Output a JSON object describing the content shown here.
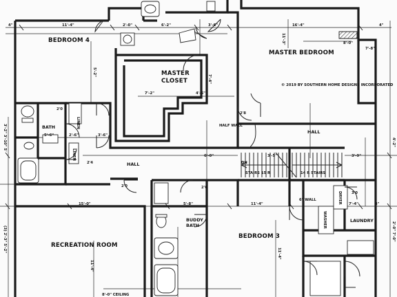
{
  "rooms": {
    "bedroom4": "BEDROOM 4",
    "master_bedroom": "MASTER BEDROOM",
    "master_closet_line1": "MASTER",
    "master_closet_line2": "CLOSET",
    "bath": "BATH",
    "linen_upper": "LINEN",
    "linen_lower": "LINEN",
    "hall_left": "HALL",
    "hall_right": "HALL",
    "half_wall": "HALF WALL",
    "buddy_bath_line1": "BUDDY",
    "buddy_bath_line2": "BATH",
    "bedroom3": "BEDROOM 3",
    "recreation_room": "RECREATION ROOM",
    "washer": "WASHER",
    "dryer": "DRYER",
    "laundry": "LAUNDRY",
    "wall_6in": "6\" WALL",
    "ceiling_note": "8'-0\" CEILING"
  },
  "stairs": {
    "dn_label": "DN",
    "left_label": "STAIRS 15 R",
    "right_label": "14 R STAIRS"
  },
  "copyright": "© 2019 BY SOUTHERN HOME DESIGNS INCORPORATED",
  "dimensions": {
    "top_left": "4\"",
    "bedroom4_width": "11'-4\"",
    "top_a": "2'-0\"",
    "top_b": "6'-2\"",
    "top_c": "3'-6\"",
    "master_width": "16'-4\"",
    "top_right": "4\"",
    "mb_depth": "11'-3\"",
    "mb_side_a": "8'-0\"",
    "mb_side_b": "7'-8\"",
    "closet_depth": "7'-4\"",
    "closet_w": "7'-2\"",
    "closet_w2": "4'-6\"",
    "bed4_depth": "5'-2\"",
    "bath_a": "5'-6\"",
    "bath_b": "2'-6\"",
    "bath_c": "3'-6\"",
    "hall_dim": "6'-0\"",
    "stair_a": "3'-5\"",
    "stair_b": "3'-9\"",
    "left_vertical": "3'-2\" 3'-10\" 5'",
    "left_vertical2": "(3) 2'-3\" 5'-2\"",
    "rec_width": "15'-0\"",
    "rec_depth": "11'-4\"",
    "buddy_w": "5'-8\"",
    "bedroom3_width": "11'-4\"",
    "bedroom3_depth": "11'-4\"",
    "laundry_a": "7'-4\"",
    "laundry_b": "4\"",
    "right_vertical": "4'-2\"",
    "right_vertical2": "2'-0\" 7'-0\"",
    "door_20": "2'0",
    "door_24": "2'4",
    "door_26": "2'6",
    "door_28": "2'8",
    "door_30": "3'0"
  }
}
